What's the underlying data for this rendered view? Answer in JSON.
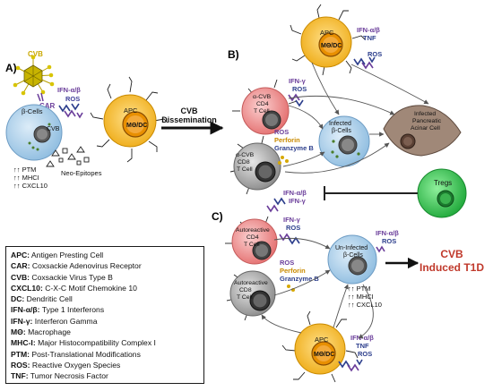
{
  "panels": {
    "a": "A)",
    "b": "B)",
    "c": "C)"
  },
  "virus": {
    "label": "CVB",
    "receptor": "CAR"
  },
  "cells": {
    "beta_cell": "β-Cells",
    "cvb_inside": "CVB",
    "apc_a": {
      "name": "APC",
      "type": "MΘ/DC"
    },
    "apc_b": {
      "name": "APC",
      "type": "MΘ/DC"
    },
    "apc_c": {
      "name": "APC",
      "type": "MΘ/DC"
    },
    "cd4_b": [
      "α-CVB",
      "CD4",
      "T Cell"
    ],
    "cd8_b": [
      "α-CVB",
      "CD8",
      "T Cell"
    ],
    "infected_beta": [
      "Infected",
      "β-Cells"
    ],
    "acinar": [
      "Infected",
      "Pancreatic",
      "Acinar Cell"
    ],
    "tregs": "Tregs",
    "cd4_c": [
      "Autoreactive",
      "CD4",
      "T Cell"
    ],
    "cd8_c": [
      "Autoreactive",
      "CD8",
      "T Cell"
    ],
    "uninfected_beta": [
      "Un-Infected",
      "β-Cells"
    ]
  },
  "signals": {
    "a_ifn": "IFN-α/β",
    "a_ros": "ROS",
    "b_ifn": "IFN-α/β",
    "b_tnf": "TNF",
    "b_ros": "ROS",
    "b_cd4_ifn": "IFN-γ",
    "b_cd4_ros": "ROS",
    "b_cd8": [
      "ROS",
      "Perforin",
      "Granzyme B"
    ],
    "mid_ifn_ab": "IFN-α/β",
    "mid_ifn_g": "IFN-γ",
    "c_cd4_ifn": "IFN-γ",
    "c_cd4_ros": "ROS",
    "c_cd8": [
      "ROS",
      "Perforin",
      "Granzyme B"
    ],
    "c_beta_ifn": "IFN-α/β",
    "c_beta_ros": "ROS",
    "c_apc": [
      "IFN-α/β",
      "TNF",
      "ROS"
    ]
  },
  "markers_a": [
    "↑↑ PTM",
    "↑↑ MHCI",
    "↑↑ CXCL10"
  ],
  "markers_c": [
    "↑↑ PTM",
    "↑↑ MHCI",
    "↑↑ CXCL10"
  ],
  "neo_epitopes": "Neo-Epitopes",
  "dissemination": [
    "CVB",
    "Dissemination"
  ],
  "outcome": [
    "CVB",
    "Induced T1D"
  ],
  "abbreviations": [
    {
      "term": "APC:",
      "def": " Antigen Presting Cell"
    },
    {
      "term": "CAR:",
      "def": " Coxsackie Adenovirus Receptor"
    },
    {
      "term": "CVB:",
      "def": " Coxsackie Virus Type B"
    },
    {
      "term": "CXCL10:",
      "def": " C-X-C Motif Chemokine 10"
    },
    {
      "term": "DC:",
      "def": " Dendritic Cell"
    },
    {
      "term": "IFN-α/β:",
      "def": " Type 1 Interferons"
    },
    {
      "term": "IFN-γ:",
      "def": " Interferon Gamma"
    },
    {
      "term": "MΘ:",
      "def": " Macrophage"
    },
    {
      "term": "MHC-I:",
      "def": " Major Histocompatibility Complex I"
    },
    {
      "term": "PTM:",
      "def": " Post-Translational Modifications"
    },
    {
      "term": "ROS:",
      "def": " Reactive Oxygen Species"
    },
    {
      "term": "TNF:",
      "def": " Tumor Necrosis Factor"
    }
  ],
  "colors": {
    "apc_outer": "#f5c242",
    "apc_inner": "#e68a00",
    "beta": "#a8cdea",
    "cd4": "#f08a8a",
    "cd8": "#9a9a9a",
    "tregs": "#2ec44a",
    "acinar": "#a08878",
    "outcome": "#c0392b",
    "virus": "#c8b400"
  }
}
